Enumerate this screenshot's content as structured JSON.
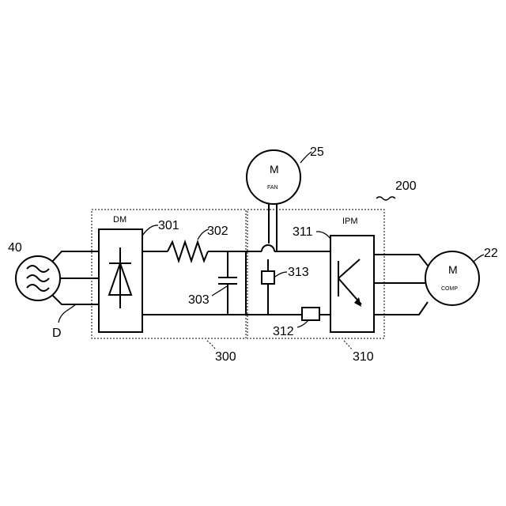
{
  "labels": {
    "source_ref": "40",
    "line_ref": "D",
    "fan_motor_ref": "25",
    "system_ref": "200",
    "comp_motor_ref": "22",
    "dm_ref": "301",
    "reactor_ref": "302",
    "capacitor_ref": "303",
    "ipm_ref": "311",
    "sensor_313_ref": "313",
    "sensor_312_ref": "312",
    "converter_box_ref": "300",
    "inverter_box_ref": "310"
  },
  "blocks": {
    "dm_tag": "DM",
    "ipm_tag": "IPM"
  },
  "motors": {
    "fan": {
      "letter": "M",
      "sub": "FAN"
    },
    "comp": {
      "letter": "M",
      "sub": "COMP"
    }
  },
  "icons": {
    "ac_source": "ac-source-sine-icon",
    "rectifier": "diode-bridge-icon",
    "reactor": "inductor-zigzag-icon",
    "capacitor": "capacitor-icon",
    "transistor": "igbt-switch-icon"
  }
}
